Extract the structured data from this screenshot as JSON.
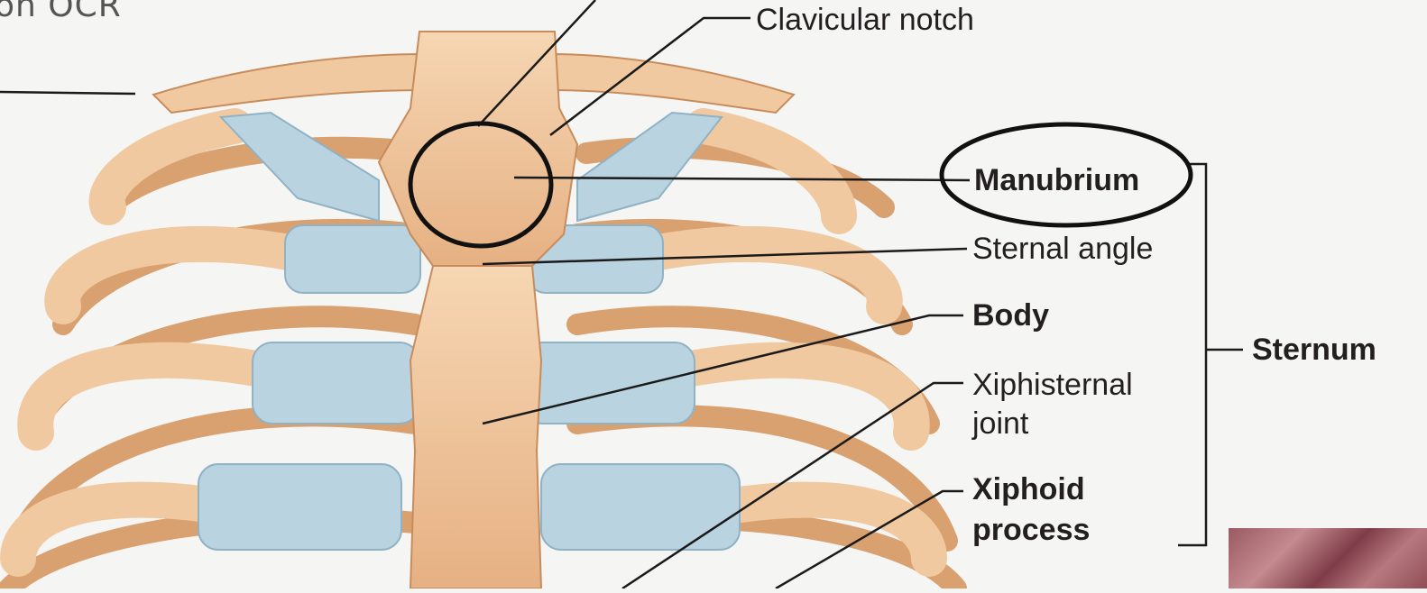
{
  "corner_text": "on OCR",
  "labels": {
    "clavicular_notch": "Clavicular notch",
    "manubrium": "Manubrium",
    "sternal_angle": "Sternal angle",
    "body": "Body",
    "xiphisternal_1": "Xiphisternal",
    "xiphisternal_2": "joint",
    "xiphoid_1": "Xiphoid",
    "xiphoid_2": "process",
    "sternum": "Sternum"
  },
  "colors": {
    "bone": "#f0c9a0",
    "bone_shadow": "#d99f6c",
    "cartilage": "#b9d3e0",
    "leader_line": "#1a1a1a"
  }
}
